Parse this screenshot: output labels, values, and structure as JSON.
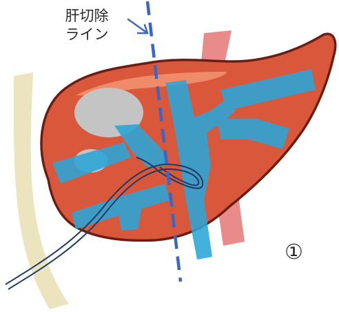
{
  "annotation": {
    "line1": "肝切除",
    "line2": "ライン"
  },
  "step_marker": "①",
  "colors": {
    "liver": "#d9573a",
    "liver_outline": "#6a1e12",
    "liver_highlight": "#f08b6a",
    "vessel": "#2aa6d8",
    "tumor": "#c4c4c4",
    "spine": "#ece3bf",
    "artery": "#e98b8b",
    "cut_line": "#3a66c4",
    "catheter": "#1e3b63"
  }
}
